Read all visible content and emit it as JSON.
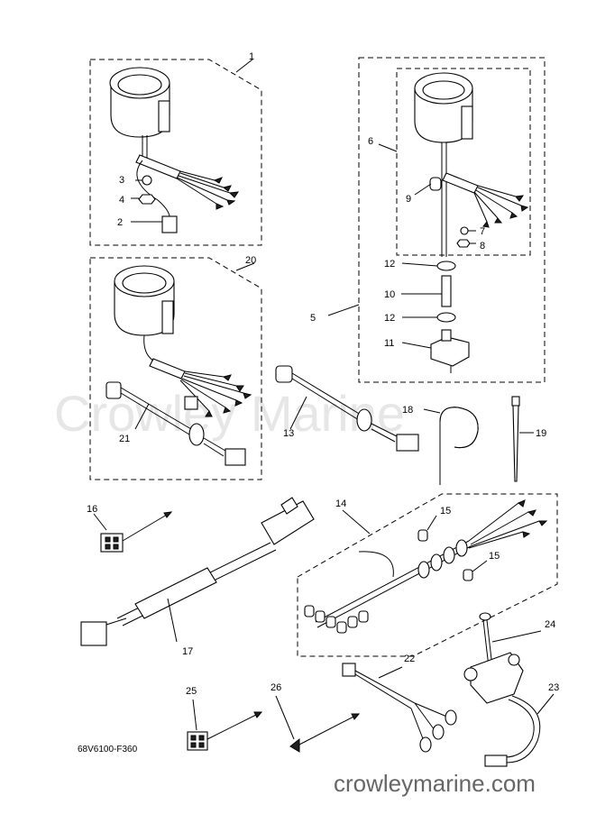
{
  "watermark": "Crowley Marine",
  "footer_url": "crowleymarine.com",
  "diagram_code": "68V6100-F360",
  "callouts": {
    "c1": "1",
    "c2": "2",
    "c3": "3",
    "c4": "4",
    "c5": "5",
    "c6": "6",
    "c7": "7",
    "c8": "8",
    "c9": "9",
    "c10": "10",
    "c11": "11",
    "c12a": "12",
    "c12b": "12",
    "c13": "13",
    "c14": "14",
    "c15a": "15",
    "c15b": "15",
    "c16": "16",
    "c17": "17",
    "c18": "18",
    "c19": "19",
    "c20": "20",
    "c21": "21",
    "c22": "22",
    "c23": "23",
    "c24": "24",
    "c25": "25",
    "c26": "26"
  }
}
